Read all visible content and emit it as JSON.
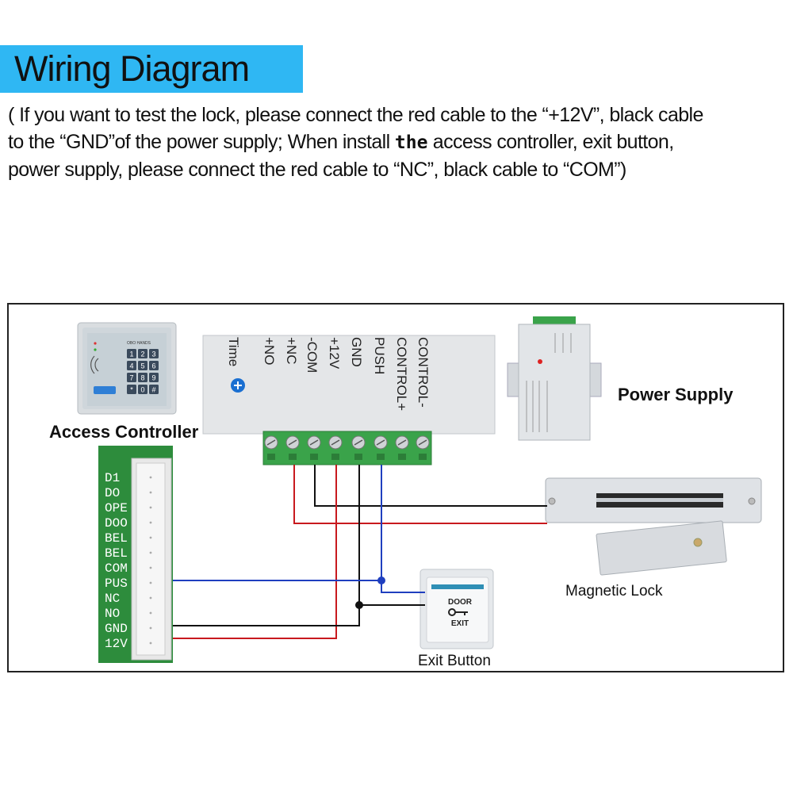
{
  "header": {
    "title": "Wiring Diagram"
  },
  "intro": {
    "line1": "( If you want to test the lock, please connect the red cable to the “+12V”, black cable",
    "line2a": "to the “GND”of the power supply; When install ",
    "line2b": "the",
    "line2c": " access controller, exit button,",
    "line3": "power supply, please connect the  red  cable to “NC”, black cable to “COM”)"
  },
  "components": {
    "access_controller": "Access Controller",
    "power_supply": "Power Supply",
    "magnetic_lock": "Magnetic Lock",
    "exit_button": "Exit Button"
  },
  "module": {
    "time_label": "Time",
    "terminals": [
      "+NO",
      "+NC",
      "-COM",
      "+12V",
      "GND",
      "PUSH",
      "CONTROL+",
      "CONTROL-"
    ]
  },
  "pcb_pins": [
    "D1",
    "DO",
    "OPE",
    "DOO",
    "BEL",
    "BEL",
    "COM",
    "PUS",
    "NC",
    "NO",
    "GND",
    "12V"
  ],
  "exit_button": {
    "top": "DOOR",
    "bottom": "EXIT"
  },
  "keypad": {
    "brand": "OBO HANDS",
    "keys": [
      "1",
      "2",
      "3",
      "4",
      "5",
      "6",
      "7",
      "8",
      "9",
      "*",
      "0",
      "#"
    ]
  },
  "colors": {
    "accent": "#2fb7f3",
    "wire_red": "#c8191e",
    "wire_black": "#111111",
    "wire_blue": "#1f3fbf",
    "terminal_green": "#3aa34a",
    "pcb_green": "#2d8c3c"
  }
}
